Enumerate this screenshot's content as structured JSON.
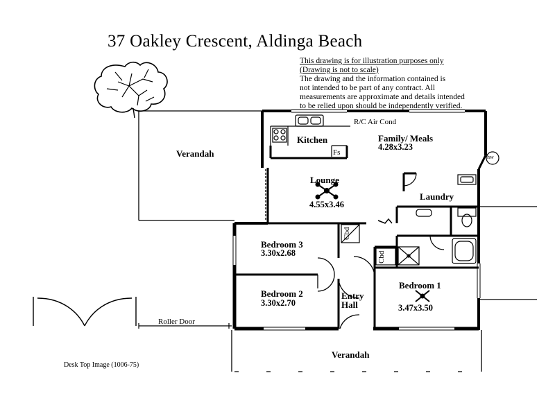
{
  "title": "37 Oakley Crescent,  Aldinga Beach",
  "disclaimer": [
    "This drawing is for illustration purposes only",
    "(Drawing is not to scale)",
    "The drawing and the information contained is",
    "not intended to be part of any contract.  All",
    "measurements are approximate and details intended",
    "to be relied upon should be independently verified."
  ],
  "rooms": {
    "kitchen": {
      "name": "Kitchen"
    },
    "family_meals": {
      "name": "Family/ Meals",
      "dim": "4.28x3.23"
    },
    "lounge": {
      "name": "Lounge",
      "dim": "4.55x3.46"
    },
    "laundry": {
      "name": "Laundry"
    },
    "bedroom3": {
      "name": "Bedroom 3",
      "dim": "3.30x2.68"
    },
    "bedroom2": {
      "name": "Bedroom 2",
      "dim": "3.30x2.70"
    },
    "bedroom1": {
      "name": "Bedroom 1",
      "dim": "3.47x3.50"
    },
    "entry_hall": {
      "name_1": "Entry",
      "name_2": "Hall"
    },
    "verandah_side": {
      "name": "Verandah"
    },
    "verandah_front": {
      "name": "Verandah"
    }
  },
  "labels": {
    "air_cond": "R/C Air Cond",
    "fridge_space": "Fs",
    "cupboard": "Cbd",
    "hot_water": "hw",
    "roller_door": "Roller Door"
  },
  "footer": "Desk Top Image (1006-75)"
}
